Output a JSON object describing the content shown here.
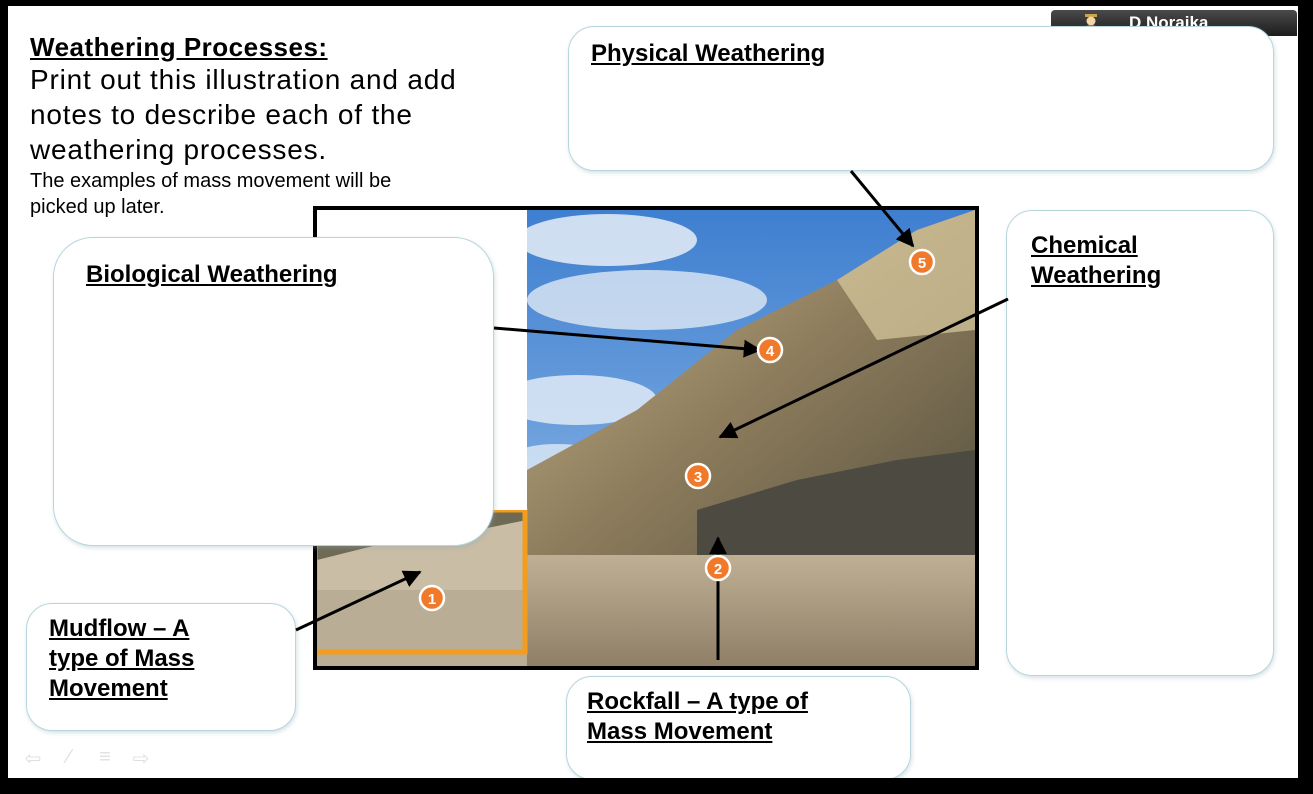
{
  "user": {
    "name": "D Noraika",
    "icon": "user-avatar-icon"
  },
  "intro": {
    "title": "Weathering Processes:",
    "body_lines": [
      "Print out this illustration and add",
      "notes to describe each of the",
      "weathering processes."
    ],
    "small_lines": [
      "The examples of mass movement will be",
      "picked up later."
    ]
  },
  "notes": {
    "physical": {
      "heading": "Physical Weathering"
    },
    "chemical": {
      "heading_lines": [
        "Chemical",
        "Weathering"
      ]
    },
    "biological": {
      "heading": "Biological Weathering"
    },
    "mudflow": {
      "heading_lines": [
        "Mudflow – A",
        "type of Mass",
        "Movement"
      ]
    },
    "rockfall": {
      "heading_lines": [
        "Rockfall – A type of",
        "Mass Movement"
      ]
    }
  },
  "markers": [
    "1",
    "2",
    "3",
    "4",
    "5"
  ],
  "colors": {
    "marker_fill": "#f07a2a",
    "inset_border": "#f39c1e",
    "note_border": "#b7d6dc",
    "sky": "#4f8fd8"
  },
  "nav": {
    "icons": [
      "prev-arrow-icon",
      "pen-icon",
      "menu-icon",
      "next-arrow-icon"
    ],
    "glyphs": [
      "⇦",
      "∕",
      "≡",
      "⇨"
    ]
  }
}
